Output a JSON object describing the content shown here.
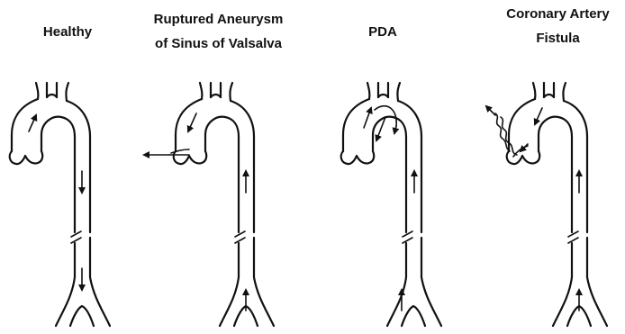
{
  "panels": [
    {
      "id": "healthy",
      "title_lines": [
        "Healthy"
      ]
    },
    {
      "id": "ruptured",
      "title_lines": [
        "Ruptured Aneurysm",
        "of Sinus of Valsalva"
      ]
    },
    {
      "id": "pda",
      "title_lines": [
        "PDA"
      ]
    },
    {
      "id": "fistula",
      "title_lines": [
        "Coronary Artery",
        "Fistula"
      ]
    }
  ],
  "icons": {
    "vessel": "aorta-outline-icon",
    "flow": "flow-arrow-icon",
    "break": "axis-break-icon"
  }
}
